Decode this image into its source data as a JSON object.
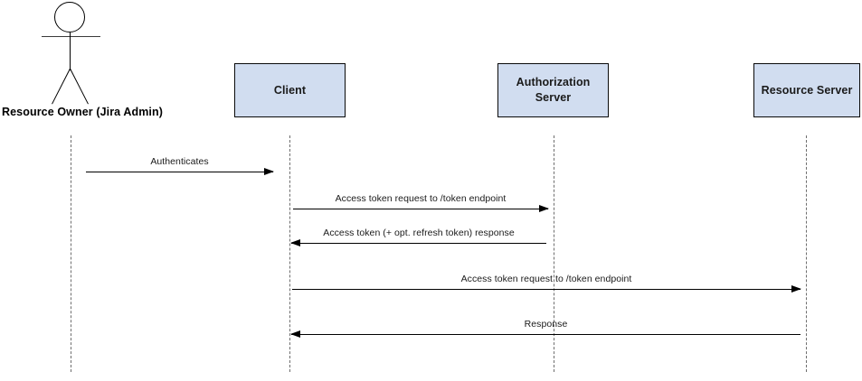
{
  "diagram": {
    "type": "uml-sequence-diagram",
    "background_color": "#ffffff",
    "box_fill_color": "#d1ddf0",
    "box_border_color": "#0a0a0a",
    "line_color": "#000000",
    "lifeline_color": "#6e6e6e"
  },
  "actor": {
    "label": "Resource Owner (Jira Admin)"
  },
  "participants": [
    {
      "id": "client",
      "label": "Client"
    },
    {
      "id": "authorization_server",
      "label": "Authorization\nServer",
      "line1": "Authorization",
      "line2": "Server"
    },
    {
      "id": "resource_server",
      "label": "Resource Server"
    }
  ],
  "messages": [
    {
      "index": 1,
      "label": "Authenticates",
      "from": "Resource Owner (Jira Admin)",
      "to": "Client",
      "direction": "right"
    },
    {
      "index": 2,
      "label": "Access token request to /token endpoint",
      "from": "Client",
      "to": "Authorization Server",
      "direction": "right"
    },
    {
      "index": 3,
      "label": "Access token (+ opt. refresh token) response",
      "from": "Authorization Server",
      "to": "Client",
      "direction": "left"
    },
    {
      "index": 4,
      "label": "Access token request to /token endpoint",
      "from": "Client",
      "to": "Resource Server",
      "direction": "right"
    },
    {
      "index": 5,
      "label": "Response",
      "from": "Resource Server",
      "to": "Client",
      "direction": "left"
    }
  ]
}
